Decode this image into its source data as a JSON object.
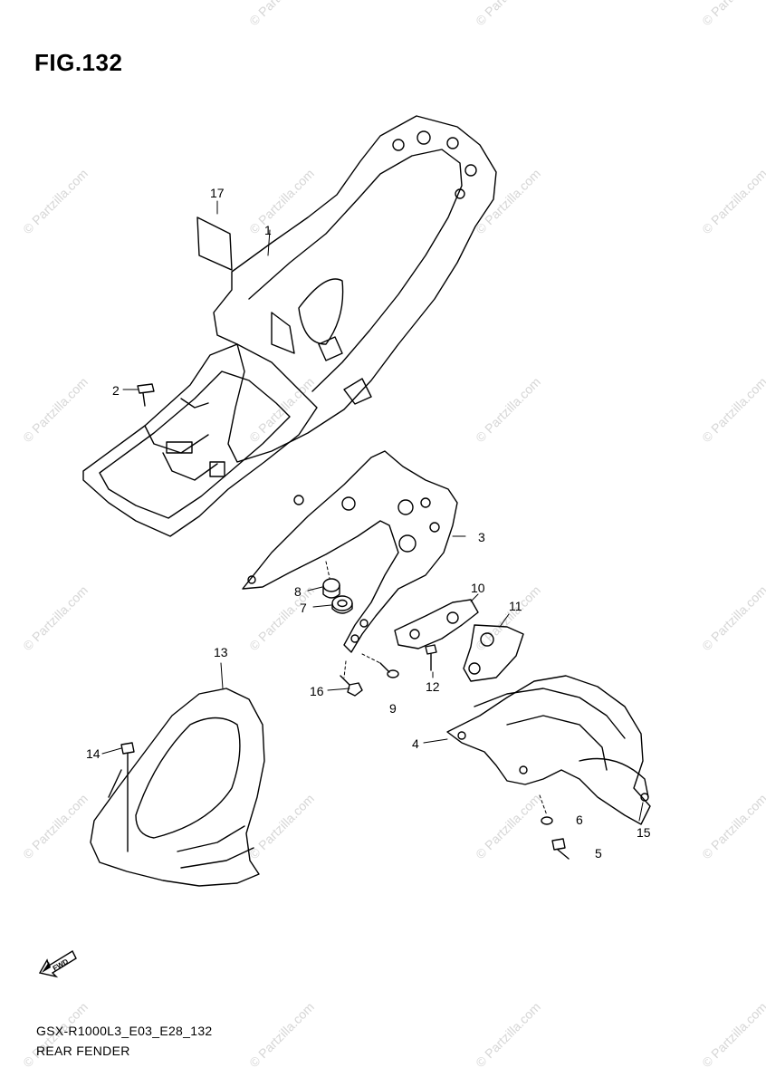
{
  "figure": {
    "title": "FIG.132",
    "model_code": "GSX-R1000L3_E03_E28_132",
    "section_name": "REAR FENDER"
  },
  "watermark": "© Partzilla.com",
  "fwd_label": "FWD",
  "callouts": [
    "1",
    "2",
    "3",
    "4",
    "5",
    "6",
    "7",
    "8",
    "9",
    "10",
    "11",
    "12",
    "13",
    "14",
    "15",
    "16",
    "17"
  ],
  "colors": {
    "line": "#000000",
    "watermark": "#d6d6d6"
  }
}
